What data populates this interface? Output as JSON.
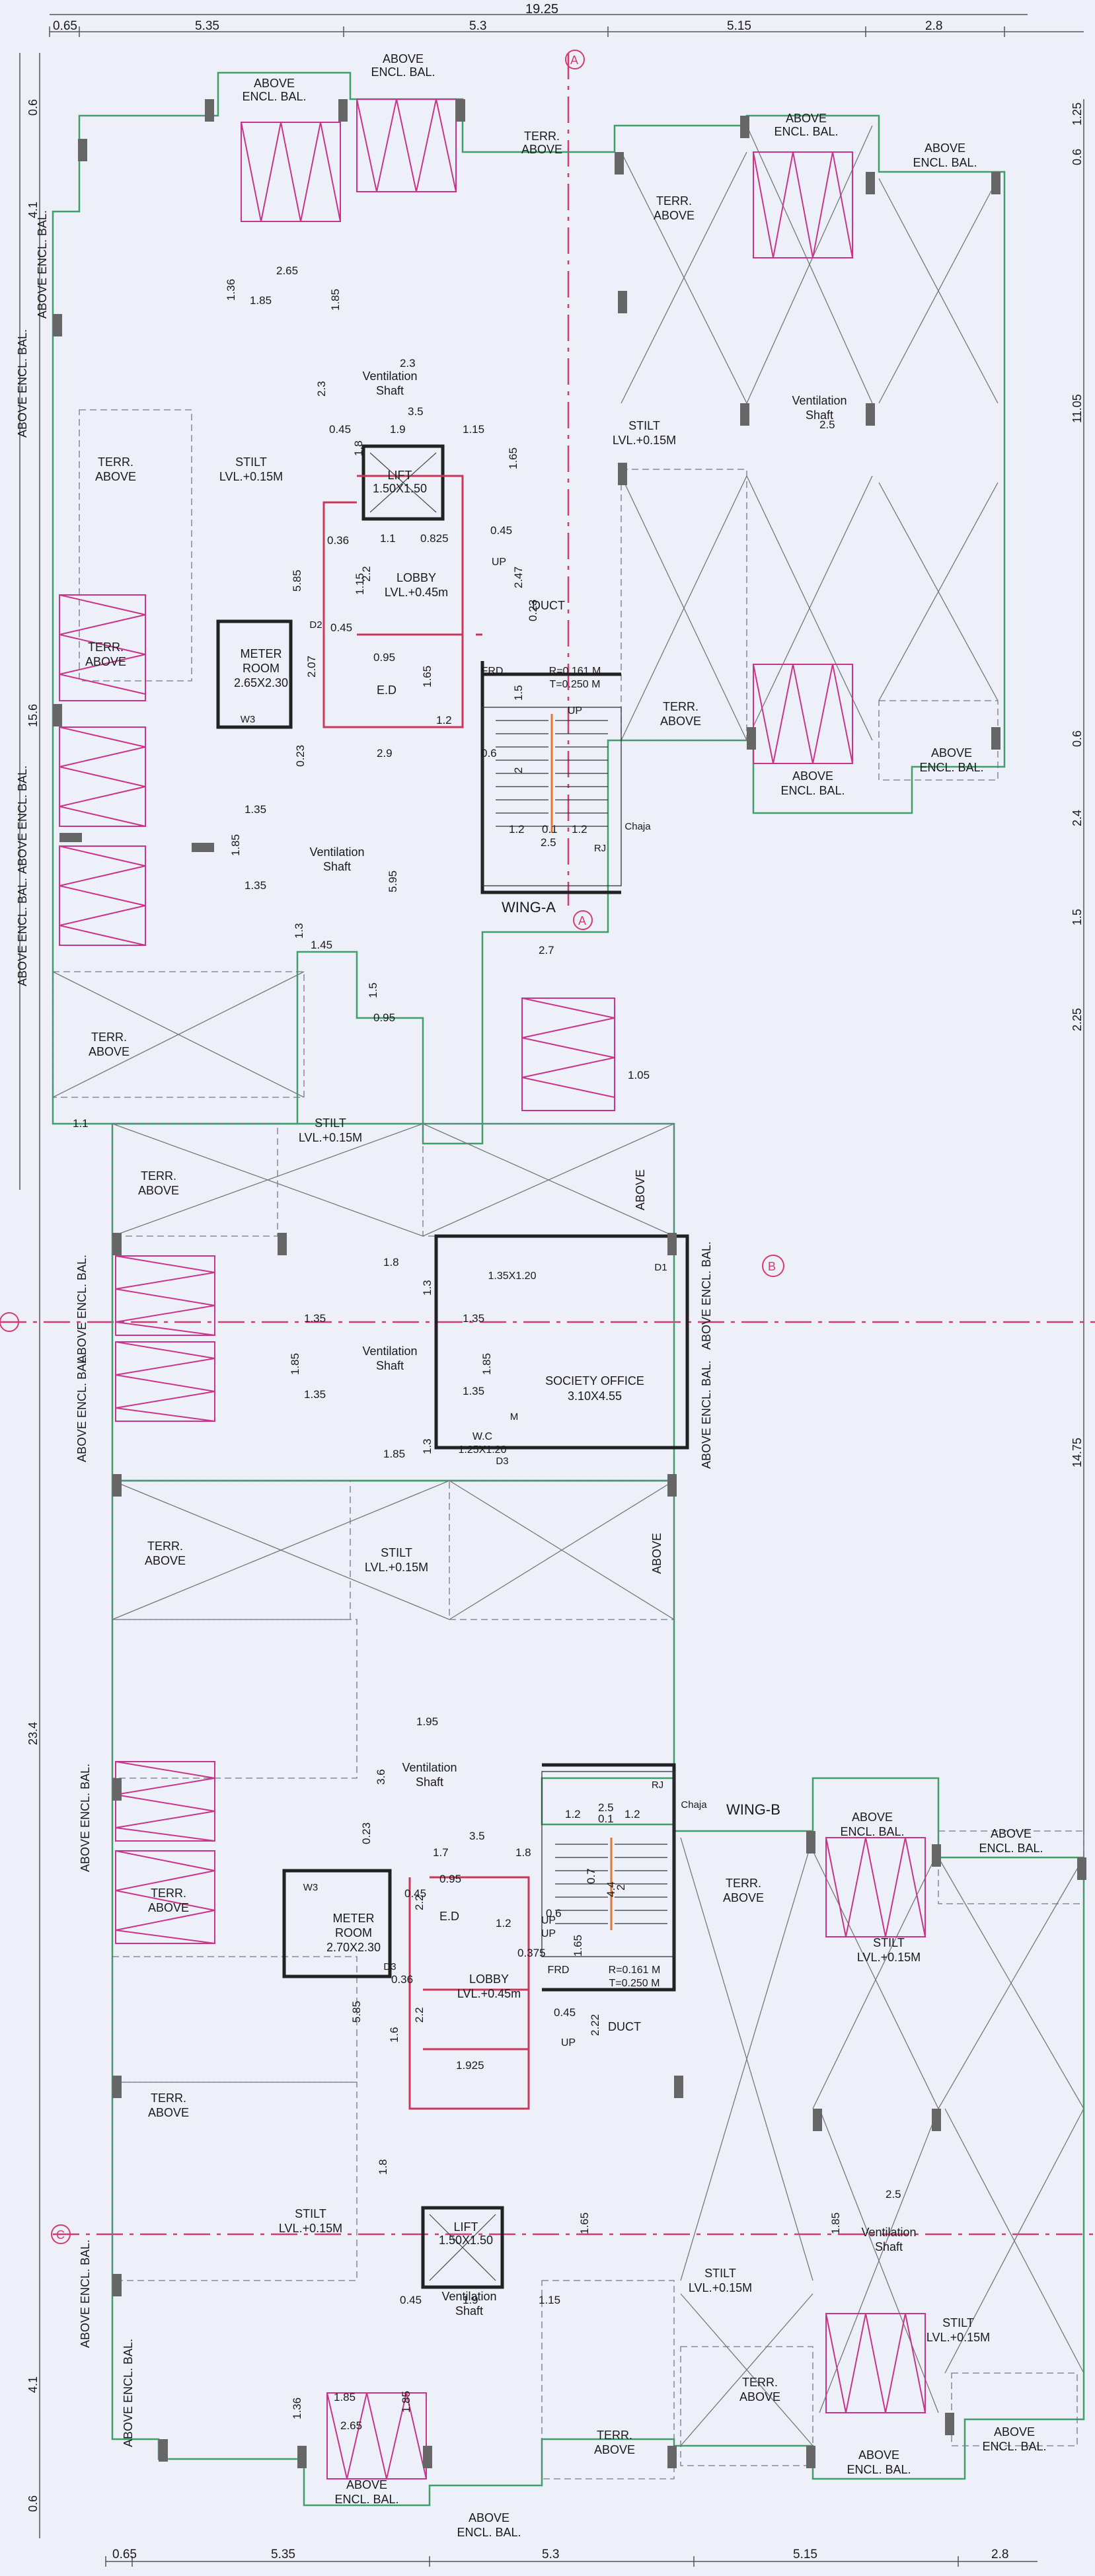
{
  "overall_dims": {
    "top_width": "19.25",
    "top_segments": [
      "0.65",
      "5.35",
      "5.3",
      "5.15",
      "2.8"
    ],
    "bottom_segments": [
      "0.65",
      "5.35",
      "5.3",
      "5.15",
      "2.8"
    ],
    "left_vertical": [
      "0.6",
      "4.1",
      "15.6",
      "23.4",
      "4.1",
      "0.6"
    ],
    "right_vertical": [
      "0.6",
      "1.25",
      "11.05",
      "0.6",
      "2.4",
      "1.5",
      "2.25",
      "14.75"
    ]
  },
  "grid_markers": {
    "a": "A",
    "b": "B",
    "c": "C"
  },
  "labels": {
    "above_encl_bal": "ABOVE ENCL. BAL.",
    "above_encl_bal_l1": "ABOVE",
    "above_encl_bal_l2": "ENCL. BAL.",
    "terr_l1": "TERR.",
    "terr_l2": "ABOVE",
    "stilt": "STILT",
    "stilt_lvl": "LVL.+0.15M",
    "vent_l1": "Ventilation",
    "vent_l2": "Shaft",
    "lift": "LIFT",
    "lift_size": "1.50X1.50",
    "lobby": "LOBBY",
    "lobby_lvl": "LVL.+0.45m",
    "duct": "DUCT",
    "ed": "E.D",
    "frd": "FRD",
    "riser_a": "R=0.161 M",
    "tread_a": "T=0.250 M",
    "riser_b": "R=0.161 M",
    "tread_b": "T=0.250 M",
    "up": "UP",
    "chaja": "Chaja",
    "rj": "RJ",
    "w3": "W3",
    "d1": "D1",
    "d2": "D2",
    "d3": "D3",
    "m": "M",
    "wing_a": "WING-A",
    "wing_b": "WING-B",
    "meter_room": "METER",
    "room": "ROOM",
    "meter_size_a": "2.65X2.30",
    "meter_size_b": "2.70X2.30",
    "society_office": "SOCIETY OFFICE",
    "society_size": "3.10X4.55",
    "wc": "W.C",
    "wc_size": "1.25X1.20",
    "opening_size": "1.35X1.20"
  },
  "dims_wing_a": {
    "d265": "2.65",
    "d185": "1.85",
    "d136": "1.36",
    "d185v": "1.85",
    "d23": "2.3",
    "d23v": "2.3",
    "d35": "3.5",
    "d045": "0.45",
    "d19": "1.9",
    "d115": "1.15",
    "d18": "1.8",
    "d165": "1.65",
    "d036": "0.36",
    "d11": "1.1",
    "d0825": "0.825",
    "d045b": "0.45",
    "d122": "2.2",
    "d115v": "1.15",
    "d247": "2.47",
    "d023": "0.23",
    "d585": "5.85",
    "d207": "2.07",
    "d045c": "0.45",
    "d095": "0.95",
    "d165b": "1.65",
    "d12": "1.2",
    "d029": "2.9",
    "d023b": "0.23",
    "d06": "0.6",
    "d15": "1.5",
    "d2": "2",
    "d12a": "1.2",
    "d01": "0.1",
    "d12b": "1.2",
    "d25": "2.5",
    "d135": "1.35",
    "d185c": "1.85",
    "d135b": "1.35",
    "d595": "5.95",
    "d13": "1.3",
    "d145": "1.45",
    "d15b": "1.5",
    "d095b": "0.95",
    "d27": "2.7",
    "d105": "1.05",
    "d11b": "1.1",
    "d25v": "2.5"
  },
  "dims_middle": {
    "d18": "1.8",
    "d13": "1.3",
    "d135a": "1.35",
    "d135b": "1.35",
    "d185": "1.85",
    "d185b": "1.85",
    "d135c": "1.35",
    "d135d": "1.35",
    "d13b": "1.3",
    "d185c": "1.85",
    "d195": "1.95"
  },
  "dims_wing_b": {
    "d36": "3.6",
    "d023": "0.23",
    "d35": "3.5",
    "d17": "1.7",
    "d18": "1.8",
    "d12": "1.2",
    "d25": "2.5",
    "d12b": "1.2",
    "d01": "0.1",
    "d044": "4.4",
    "d2": "2",
    "d07": "0.7",
    "d045": "0.45",
    "d095": "0.95",
    "d22": "2.2",
    "d12c": "1.2",
    "d06": "0.6",
    "d0375": "0.375",
    "d165": "1.65",
    "d585": "5.85",
    "d036": "0.36",
    "d16": "1.6",
    "d22b": "2.2",
    "d045b": "0.45",
    "d222": "2.22",
    "d1925": "1.925",
    "d18b": "1.8",
    "d165b": "1.65",
    "d045c": "0.45",
    "d19": "1.9",
    "d115": "1.15",
    "d185": "1.85",
    "d136": "1.36",
    "d265": "2.65",
    "d185b": "1.85",
    "d25v": "2.5",
    "d185v": "1.85"
  }
}
